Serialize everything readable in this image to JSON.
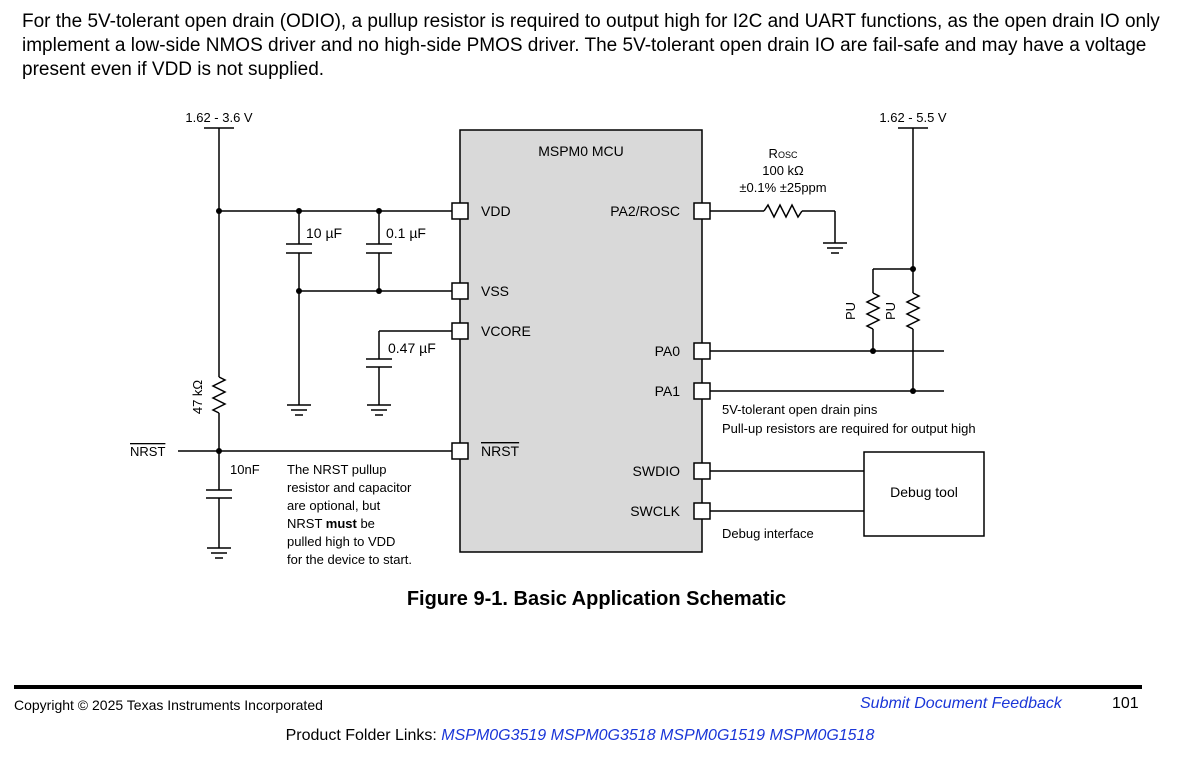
{
  "intro_text": "For the 5V-tolerant open drain (ODIO), a pullup resistor is required to output high for I2C and UART functions, as the open drain IO only implement a low-side NMOS driver and no high-side PMOS driver. The 5V-tolerant open drain IO are fail-safe and may have a voltage present even if VDD is not supplied.",
  "schematic": {
    "supply_left": "1.62 - 3.6 V",
    "supply_right": "1.62 - 5.5 V",
    "mcu_title": "MSPM0 MCU",
    "pins_left": [
      "VDD",
      "VSS",
      "VCORE",
      "NRST"
    ],
    "pins_right": [
      "PA2/ROSC",
      "PA0",
      "PA1",
      "SWDIO",
      "SWCLK"
    ],
    "cap_10uf": "10 µF",
    "cap_01uf": "0.1 µF",
    "cap_047uf": "0.47 µF",
    "cap_10nf": "10nF",
    "res_47k": "47 kΩ",
    "nrst_label": "NRST",
    "nrst_note": [
      "The NRST pullup",
      "resistor and capacitor",
      "are optional, but",
      "pulled high to VDD",
      "for the device to start."
    ],
    "nrst_note_line4_prefix": "NRST ",
    "nrst_note_must": "must",
    "nrst_note_line4_suffix": " be",
    "rosc_name": "R",
    "rosc_sub": "OSC",
    "rosc_value": "100 kΩ",
    "rosc_tol": "±0.1% ±25ppm",
    "pu_label": "PU",
    "odio_note_1": "5V-tolerant open drain pins",
    "odio_note_2": "Pull-up resistors are required for output high",
    "debug_tool": "Debug tool",
    "debug_interface": "Debug interface"
  },
  "figure_caption": "Figure 9-1. Basic Application Schematic",
  "footer": {
    "copyright": "Copyright © 2025 Texas Instruments Incorporated",
    "feedback_link": "Submit Document Feedback",
    "page_number": "101",
    "folder_label": "Product Folder Links:",
    "folder_links": [
      "MSPM0G3519",
      "MSPM0G3518",
      "MSPM0G1519",
      "MSPM0G1518"
    ]
  }
}
